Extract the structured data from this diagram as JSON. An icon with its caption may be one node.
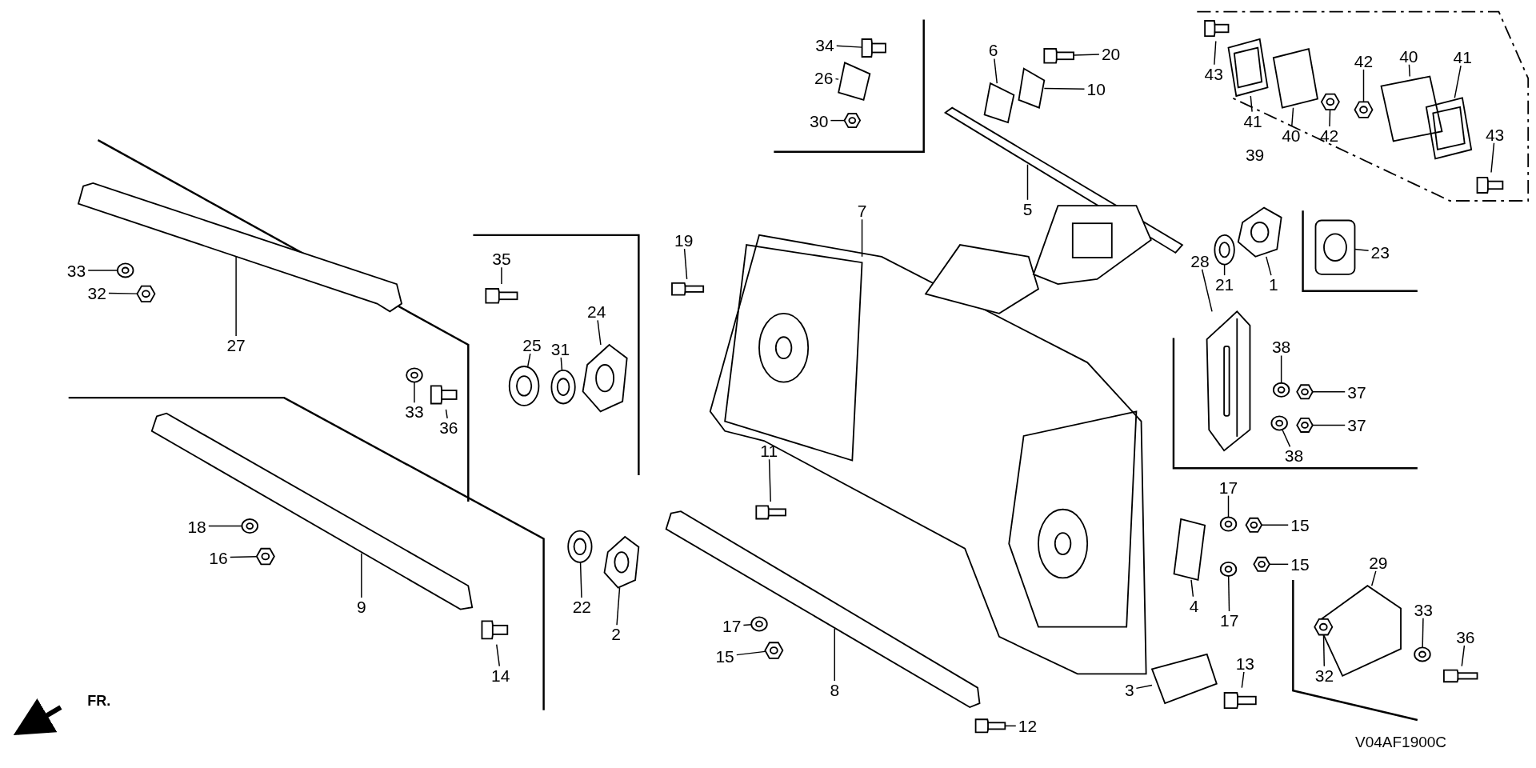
{
  "diagram": {
    "nodes": [
      {
        "text": [
          "1"
        ]
      },
      {
        "text": [
          "2"
        ]
      },
      {
        "text": [
          "3"
        ]
      },
      {
        "text": [
          "4"
        ]
      },
      {
        "text": [
          "5"
        ]
      },
      {
        "text": [
          "6"
        ]
      },
      {
        "text": [
          "7"
        ]
      },
      {
        "text": [
          "8"
        ]
      },
      {
        "text": [
          "9"
        ]
      },
      {
        "text": [
          "10"
        ]
      },
      {
        "text": [
          "11"
        ]
      },
      {
        "text": [
          "12"
        ]
      },
      {
        "text": [
          "13"
        ]
      },
      {
        "text": [
          "14"
        ]
      },
      {
        "text": [
          "15"
        ]
      },
      {
        "text": [
          "15"
        ]
      },
      {
        "text": [
          "15"
        ]
      },
      {
        "text": [
          "16"
        ]
      },
      {
        "text": [
          "17"
        ]
      },
      {
        "text": [
          "17"
        ]
      },
      {
        "text": [
          "17"
        ]
      },
      {
        "text": [
          "18"
        ]
      },
      {
        "text": [
          "19"
        ]
      },
      {
        "text": [
          "20"
        ]
      },
      {
        "text": [
          "21"
        ]
      },
      {
        "text": [
          "22"
        ]
      },
      {
        "text": [
          "23"
        ]
      },
      {
        "text": [
          "24"
        ]
      },
      {
        "text": [
          "25"
        ]
      },
      {
        "text": [
          "26"
        ]
      },
      {
        "text": [
          "27"
        ]
      },
      {
        "text": [
          "28"
        ]
      },
      {
        "text": [
          "29"
        ]
      },
      {
        "text": [
          "30"
        ]
      },
      {
        "text": [
          "31"
        ]
      },
      {
        "text": [
          "32"
        ]
      },
      {
        "text": [
          "32"
        ]
      },
      {
        "text": [
          "33"
        ]
      },
      {
        "text": [
          "33"
        ]
      },
      {
        "text": [
          "33"
        ]
      },
      {
        "text": [
          "34"
        ]
      },
      {
        "text": [
          "35"
        ]
      },
      {
        "text": [
          "36"
        ]
      },
      {
        "text": [
          "36"
        ]
      },
      {
        "text": [
          "37"
        ]
      },
      {
        "text": [
          "37"
        ]
      },
      {
        "text": [
          "38"
        ]
      },
      {
        "text": [
          "38"
        ]
      },
      {
        "text": [
          "39"
        ]
      },
      {
        "text": [
          "40"
        ]
      },
      {
        "text": [
          "40"
        ]
      },
      {
        "text": [
          "41"
        ]
      },
      {
        "text": [
          "41"
        ]
      },
      {
        "text": [
          "42"
        ]
      },
      {
        "text": [
          "42"
        ]
      },
      {
        "text": [
          "43"
        ]
      },
      {
        "text": [
          "43"
        ]
      },
      {
        "text": [],
        "shape": "picture"
      },
      {
        "text": [],
        "shape": "picture"
      },
      {
        "text": [],
        "shape": "picture"
      },
      {
        "text": [],
        "shape": "picture"
      },
      {
        "text": [],
        "shape": "picture"
      },
      {
        "text": [],
        "shape": "picture"
      },
      {
        "text": [],
        "shape": "picture"
      },
      {
        "text": [],
        "shape": "picture"
      },
      {
        "text": [],
        "shape": "picture"
      },
      {
        "text": [],
        "shape": "picture"
      },
      {
        "text": [],
        "shape": "picture"
      },
      {
        "text": [],
        "shape": "picture"
      },
      {
        "text": [],
        "shape": "picture"
      },
      {
        "text": [],
        "shape": "picture"
      },
      {
        "text": [],
        "shape": "picture"
      },
      {
        "text": [],
        "shape": "picture"
      },
      {
        "text": [],
        "shape": "picture"
      },
      {
        "text": [],
        "shape": "picture"
      },
      {
        "text": [],
        "shape": "picture"
      },
      {
        "text": [],
        "shape": "picture"
      },
      {
        "text": [],
        "shape": "picture"
      },
      {
        "text": [],
        "shape": "picture"
      },
      {
        "text": [],
        "shape": "picture"
      },
      {
        "text": [],
        "shape": "picture"
      },
      {
        "text": [],
        "shape": "picture"
      },
      {
        "text": [],
        "shape": "picture"
      },
      {
        "text": [],
        "shape": "picture"
      },
      {
        "text": [],
        "shape": "picture"
      },
      {
        "text": [],
        "shape": "picture"
      },
      {
        "text": [],
        "shape": "picture"
      },
      {
        "text": [],
        "shape": "picture"
      },
      {
        "text": [],
        "shape": "picture"
      },
      {
        "text": [],
        "shape": "picture"
      },
      {
        "text": [],
        "shape": "picture"
      },
      {
        "text": [],
        "shape": "picture"
      },
      {
        "text": [],
        "shape": "picture"
      },
      {
        "text": [],
        "shape": "picture"
      },
      {
        "text": [],
        "shape": "picture"
      },
      {
        "text": [],
        "shape": "picture"
      },
      {
        "text": [],
        "shape": "picture"
      },
      {
        "text": [],
        "shape": "picture"
      },
      {
        "text": [],
        "shape": "picture"
      },
      {
        "text": [],
        "shape": "picture"
      },
      {
        "text": [],
        "shape": "picture"
      },
      {
        "text": [],
        "shape": "picture"
      },
      {
        "text": [],
        "shape": "picture"
      },
      {
        "text": [],
        "shape": "picture"
      },
      {
        "text": [],
        "shape": "picture"
      },
      {
        "text": [],
        "shape": "picture"
      },
      {
        "text": [],
        "shape": "picture"
      },
      {
        "text": [],
        "shape": "picture"
      },
      {
        "text": [],
        "shape": "picture"
      },
      {
        "text": [],
        "shape": "picture"
      },
      {
        "text": [],
        "shape": "picture"
      },
      {
        "text": [],
        "shape": "picture"
      },
      {
        "text": [],
        "shape": "picture"
      }
    ],
    "edges": [
      {
        "from": 0,
        "to": 57,
        "arrow": "none"
      },
      {
        "from": 1,
        "to": 58,
        "arrow": "none"
      },
      {
        "from": 2,
        "to": 59,
        "arrow": "none"
      },
      {
        "from": 3,
        "to": 60,
        "arrow": "none"
      },
      {
        "from": 4,
        "to": 61,
        "arrow": "none"
      },
      {
        "from": 5,
        "to": 62,
        "arrow": "none"
      },
      {
        "from": 6,
        "to": 63,
        "arrow": "none"
      },
      {
        "from": 7,
        "to": 64,
        "arrow": "none"
      },
      {
        "from": 8,
        "to": 65,
        "arrow": "none"
      },
      {
        "from": 9,
        "to": 66,
        "arrow": "none"
      },
      {
        "from": 10,
        "to": 67,
        "arrow": "none"
      },
      {
        "from": 11,
        "to": 68,
        "arrow": "none"
      },
      {
        "from": 12,
        "to": 69,
        "arrow": "none"
      },
      {
        "from": 13,
        "to": 70,
        "arrow": "none"
      },
      {
        "from": 14,
        "to": 71,
        "arrow": "none"
      },
      {
        "from": 15,
        "to": 72,
        "arrow": "none"
      },
      {
        "from": 16,
        "to": 73,
        "arrow": "none"
      },
      {
        "from": 17,
        "to": 74,
        "arrow": "none"
      },
      {
        "from": 18,
        "to": 75,
        "arrow": "none"
      },
      {
        "from": 19,
        "to": 76,
        "arrow": "none"
      },
      {
        "from": 20,
        "to": 77,
        "arrow": "none"
      },
      {
        "from": 21,
        "to": 78,
        "arrow": "none"
      },
      {
        "from": 22,
        "to": 79,
        "arrow": "none"
      },
      {
        "from": 23,
        "to": 80,
        "arrow": "none"
      },
      {
        "from": 24,
        "to": 81,
        "arrow": "none"
      },
      {
        "from": 25,
        "to": 82,
        "arrow": "none"
      },
      {
        "from": 26,
        "to": 83,
        "arrow": "none"
      },
      {
        "from": 27,
        "to": 84,
        "arrow": "none"
      },
      {
        "from": 28,
        "to": 85,
        "arrow": "none"
      },
      {
        "from": 29,
        "to": 86,
        "arrow": "none"
      },
      {
        "from": 30,
        "to": 87,
        "arrow": "none"
      },
      {
        "from": 31,
        "to": 88,
        "arrow": "none"
      },
      {
        "from": 32,
        "to": 89,
        "arrow": "none"
      },
      {
        "from": 33,
        "to": 90,
        "arrow": "none"
      },
      {
        "from": 34,
        "to": 91,
        "arrow": "none"
      },
      {
        "from": 35,
        "to": 92,
        "arrow": "none"
      },
      {
        "from": 36,
        "to": 93,
        "arrow": "none"
      },
      {
        "from": 37,
        "to": 94,
        "arrow": "none"
      },
      {
        "from": 38,
        "to": 95,
        "arrow": "none"
      },
      {
        "from": 39,
        "to": 96,
        "arrow": "none"
      },
      {
        "from": 40,
        "to": 97,
        "arrow": "none"
      },
      {
        "from": 41,
        "to": 98,
        "arrow": "none"
      },
      {
        "from": 42,
        "to": 99,
        "arrow": "none"
      },
      {
        "from": 43,
        "to": 100,
        "arrow": "none"
      },
      {
        "from": 44,
        "to": 101,
        "arrow": "none"
      },
      {
        "from": 45,
        "to": 102,
        "arrow": "none"
      },
      {
        "from": 46,
        "to": 103,
        "arrow": "none"
      },
      {
        "from": 47,
        "to": 104,
        "arrow": "none"
      },
      {
        "from": 49,
        "to": 105,
        "arrow": "none"
      },
      {
        "from": 50,
        "to": 106,
        "arrow": "none"
      },
      {
        "from": 51,
        "to": 107,
        "arrow": "none"
      },
      {
        "from": 52,
        "to": 108,
        "arrow": "none"
      },
      {
        "from": 53,
        "to": 109,
        "arrow": "none"
      },
      {
        "from": 54,
        "to": 110,
        "arrow": "none"
      },
      {
        "from": 55,
        "to": 111,
        "arrow": "none"
      },
      {
        "from": 56,
        "to": 112,
        "arrow": "none"
      }
    ],
    "labels": [
      "FR.",
      "V04AF1900C"
    ]
  }
}
